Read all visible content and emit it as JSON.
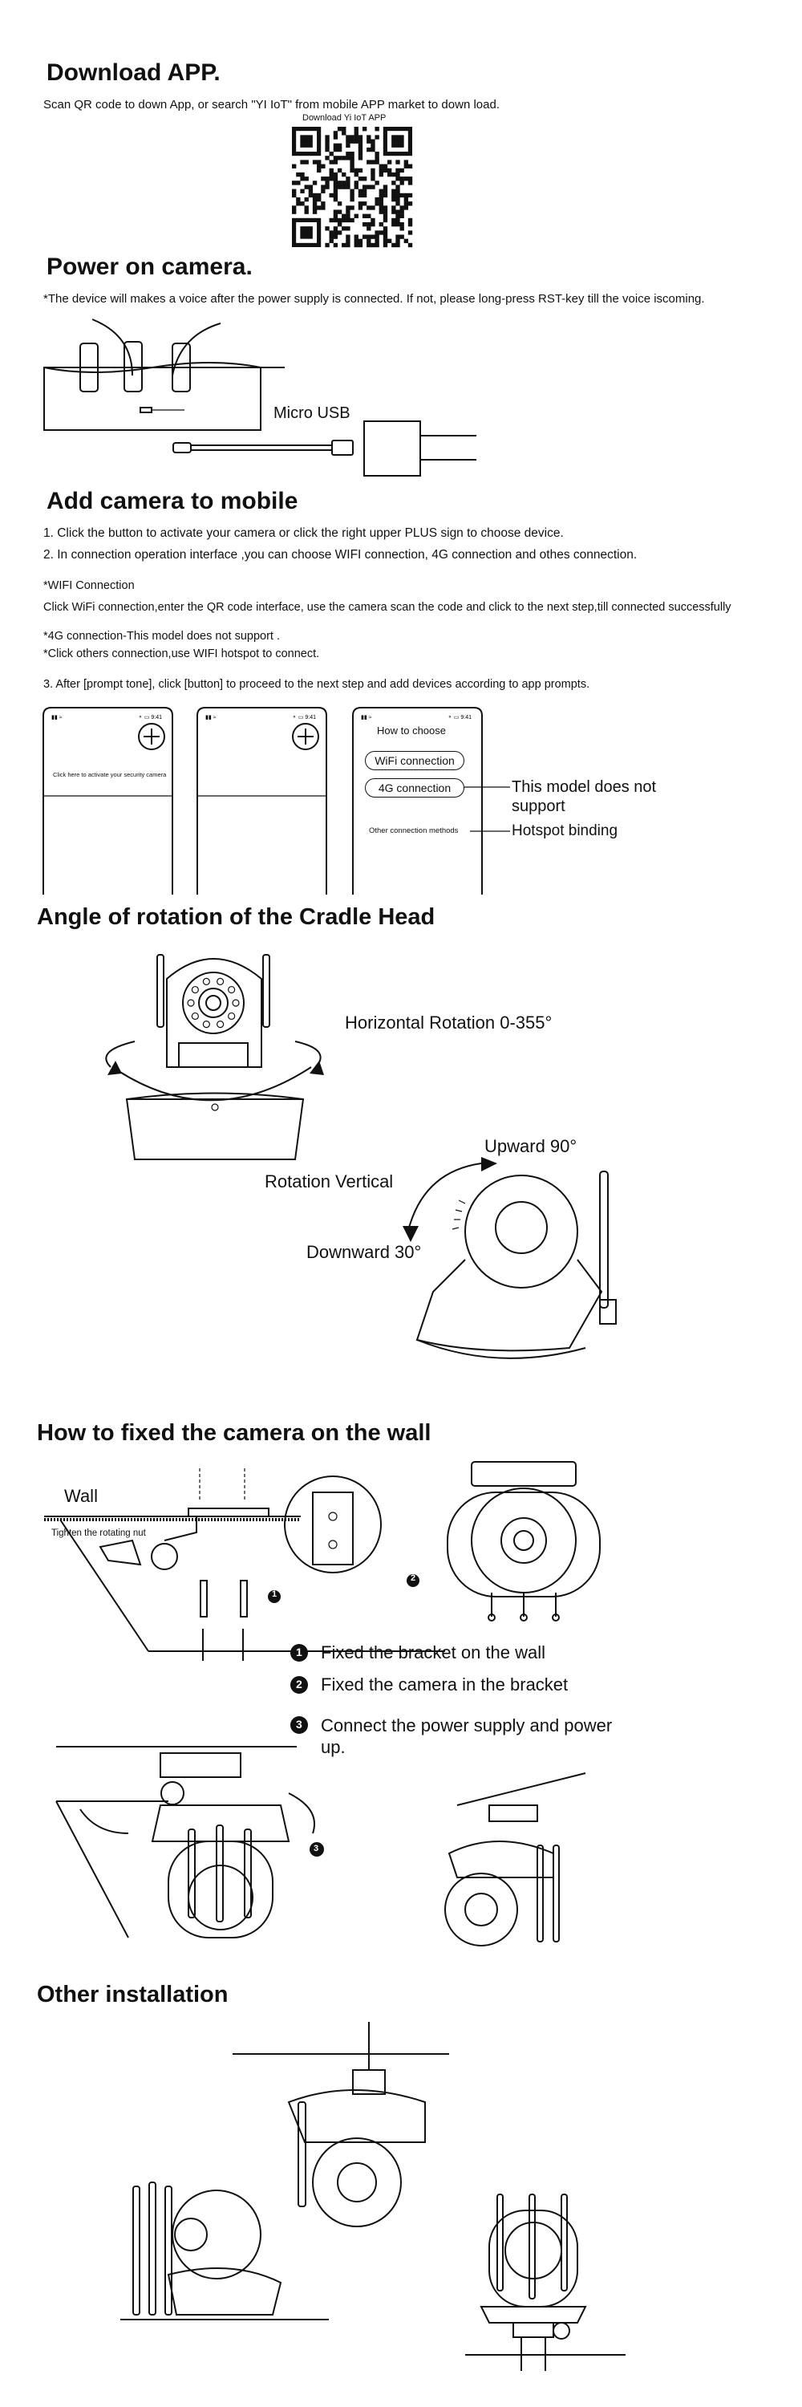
{
  "download": {
    "title": "Download APP.",
    "desc": "Scan QR code to down App, or search \"YI IoT\" from mobile APP market to down load.",
    "qr_caption": "Download Yi IoT APP"
  },
  "power": {
    "title": "Power on camera.",
    "desc": "*The device will makes a voice after the power supply is connected. If not, please long-press RST-key till the voice iscoming.",
    "usb_label": "Micro USB"
  },
  "add": {
    "title": "Add camera to mobile",
    "step1": "1. Click the button to activate your camera or click the right upper PLUS sign to choose device.",
    "step2": "2. In connection operation interface ,you can choose WIFI connection, 4G connection and othes connection.",
    "wifi_head": "*WIFI Connection",
    "wifi_desc": "Click WiFi connection,enter the QR code interface, use the camera scan the code and click to the next step,till connected successfully",
    "g4_note": "*4G connection-This model does not support .",
    "others_note": "*Click others connection,use WIFI hotspot to connect.",
    "step3": "3. After [prompt tone], click [button] to proceed to the next step and add devices according to app prompts.",
    "phone1_text": "Click here to activate your security camera",
    "phone3_title": "How to choose",
    "wifi_btn": "WiFi connection",
    "g4_btn": "4G connection",
    "other_methods": "Other connection methods",
    "not_support": "This model does not support",
    "hotspot": "Hotspot binding"
  },
  "rotation": {
    "title": "Angle of rotation of the Cradle Head",
    "horizontal": "Horizontal Rotation 0-355°",
    "vertical": "Rotation Vertical",
    "upward": "Upward 90°",
    "downward": "Downward 30°"
  },
  "wall": {
    "title": "How to fixed the camera on the wall",
    "wall_label": "Wall",
    "nut_label": "Tighten the rotating nut",
    "step1": "Fixed the bracket on the wall",
    "step2": "Fixed the camera in the bracket",
    "step3": "Connect the power supply and power up.",
    "n1": "1",
    "n2": "2",
    "n3": "3"
  },
  "other": {
    "title": "Other installation"
  }
}
